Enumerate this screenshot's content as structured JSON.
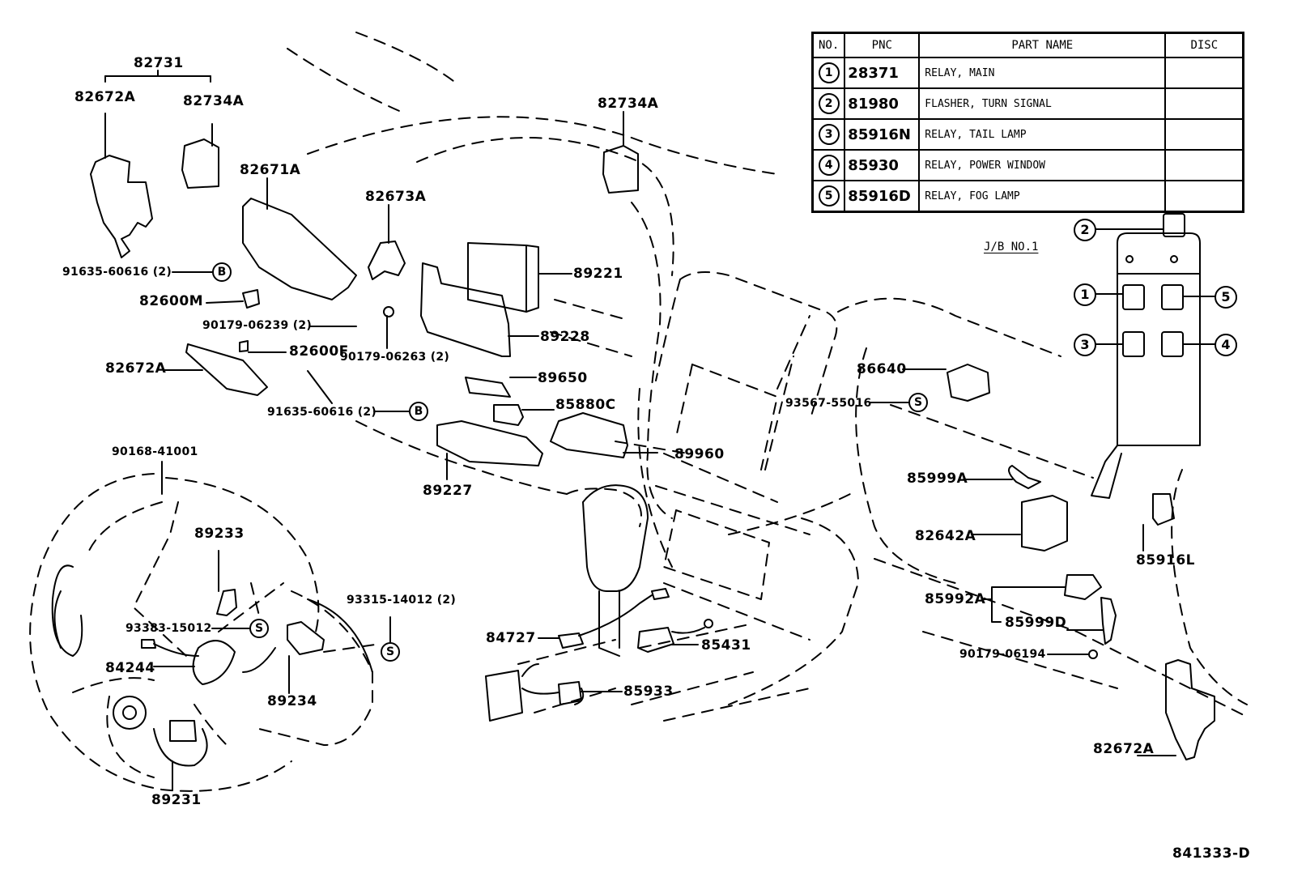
{
  "diagram": {
    "drawing_number": "841333-D",
    "junction_block_title": "J/B NO.1"
  },
  "parts_table": {
    "headers": {
      "no": "NO.",
      "pnc": "PNC",
      "part_name": "PART NAME",
      "disc": "DISC"
    },
    "rows": [
      {
        "no": "1",
        "pnc": "28371",
        "part_name": "RELAY, MAIN",
        "disc": ""
      },
      {
        "no": "2",
        "pnc": "81980",
        "part_name": "FLASHER, TURN SIGNAL",
        "disc": ""
      },
      {
        "no": "3",
        "pnc": "85916N",
        "part_name": "RELAY, TAIL LAMP",
        "disc": ""
      },
      {
        "no": "4",
        "pnc": "85930",
        "part_name": "RELAY, POWER WINDOW",
        "disc": ""
      },
      {
        "no": "5",
        "pnc": "85916D",
        "part_name": "RELAY, FOG LAMP",
        "disc": ""
      }
    ]
  },
  "junction_block_callouts": [
    "1",
    "2",
    "3",
    "4",
    "5"
  ],
  "fastener_symbols": {
    "bolt": "B",
    "screw": "S"
  },
  "labels": {
    "p82731": "82731",
    "p82672A_top": "82672A",
    "p82734A_left": "82734A",
    "p82734A_mid": "82734A",
    "p82671A": "82671A",
    "p82673A": "82673A",
    "p91635_a": "91635-60616 (2)",
    "p82600M": "82600M",
    "p90179_06239": "90179-06239 (2)",
    "p82600F": "82600F",
    "p90179_06263": "90179-06263 (2)",
    "p82672A_left": "82672A",
    "p91635_b": "91635-60616 (2)",
    "p89221": "89221",
    "p89228": "89228",
    "p89650": "89650",
    "p85880C": "85880C",
    "p89960": "89960",
    "p89227": "89227",
    "p86640": "86640",
    "p93567": "93567-55016",
    "p85999A": "85999A",
    "p82642A": "82642A",
    "p85916L": "85916L",
    "p85992A": "85992A",
    "p85999D": "85999D",
    "p90179_06194": "90179-06194",
    "p82672A_right": "82672A",
    "p90168": "90168-41001",
    "p89233": "89233",
    "p93315": "93315-14012 (2)",
    "p93383": "93383-15012",
    "p84244": "84244",
    "p89234": "89234",
    "p89231": "89231",
    "p84727": "84727",
    "p85431": "85431",
    "p85933": "85933"
  }
}
